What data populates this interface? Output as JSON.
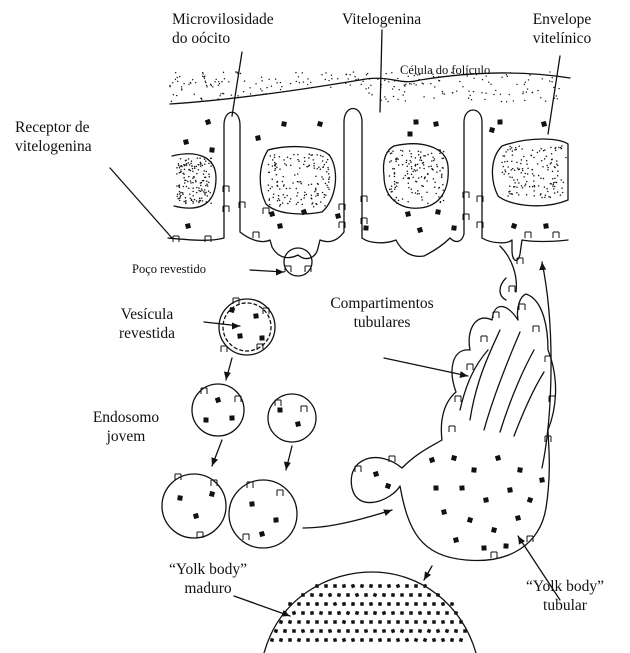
{
  "labels": {
    "microvilosidade": [
      "Microvilosidade",
      "do oócito"
    ],
    "vitelogenina": "Vitelogenina",
    "envelope": [
      "Envelope",
      "vitelínico"
    ],
    "celula_foliculo": "Célula do folículo",
    "receptor": [
      "Receptor de",
      "vitelogenina"
    ],
    "poco": "Poço revestido",
    "vesicula": [
      "Vesícula",
      "revestida"
    ],
    "compartimentos": [
      "Compartimentos",
      "tubulares"
    ],
    "endosomo": [
      "Endosomo",
      "jovem"
    ],
    "yolk_maduro": [
      "“Yolk body”",
      "maduro"
    ],
    "yolk_tubular": [
      "“Yolk body”",
      "tubular"
    ]
  },
  "colors": {
    "ink": "#111111",
    "paper": "#ffffff"
  }
}
